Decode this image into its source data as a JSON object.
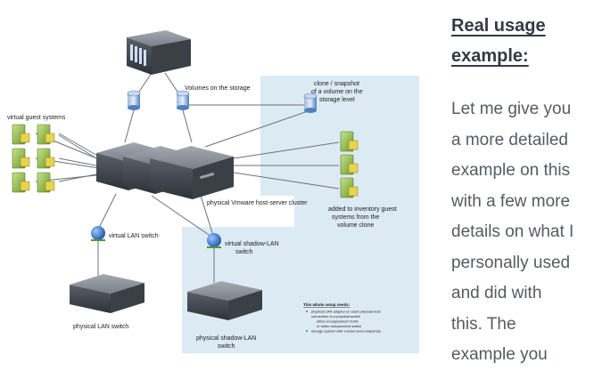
{
  "diagram": {
    "labels": {
      "volumes_on_storage": "Volumes on the storage",
      "clone_snapshot_1": "clone / snapshot",
      "clone_snapshot_2": "of a volume on the",
      "clone_snapshot_3": "storage level",
      "virtual_guest_systems": "virtual guest systems",
      "host_cluster": "physical Vmware host-server cluster",
      "added_guests_1": "added to inventory guest",
      "added_guests_2": "systems from the",
      "added_guests_3": "volume clone",
      "virtual_lan_switch": "virtual LAN switch",
      "virtual_shadow_lan_1": "virtual shadow-LAN",
      "virtual_shadow_lan_2": "switch",
      "physical_lan_switch": "physical LAN switch",
      "physical_shadow_lan_1": "physical shadow-LAN",
      "physical_shadow_lan_2": "switch"
    },
    "notes": {
      "title": "This whole setup needs:",
      "items": [
        "physical LAN adapter on each physical host",
        "connection to a physical switch",
        "either encapsulated VLAN",
        "or better independent switch",
        "storage system with volume level snapshots"
      ]
    },
    "colors": {
      "shadow_zone": "#dcebf3",
      "server_dark": "#4a4f57",
      "server_light": "#8b9099",
      "disk_blue": "#4f7fc0",
      "guest_green": "#8bc34a",
      "switch_globe": "#2a6fc9"
    }
  },
  "sidebar": {
    "heading_line1": "Real usage",
    "heading_line2": "example:",
    "body_lines": [
      "Let me give you",
      "a more detailed",
      "example on this",
      "with a few more",
      "details on what I",
      "personally used",
      "and did with",
      "this. The",
      "example you"
    ]
  }
}
